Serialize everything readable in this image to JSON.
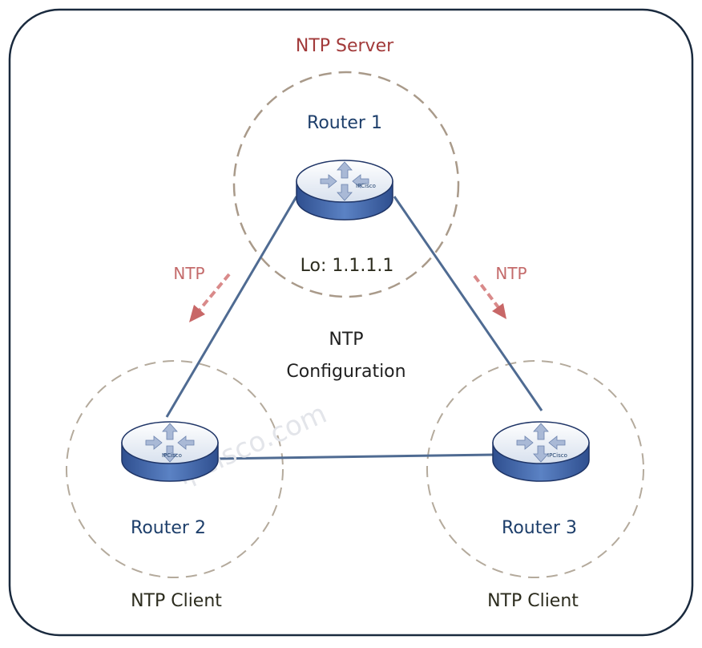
{
  "server_label": "NTP Server",
  "center_title": {
    "line1": "NTP",
    "line2": "Configuration"
  },
  "routers": [
    {
      "name": "Router 1",
      "brand": "IPCisco",
      "role": "",
      "loopback": "Lo: 1.1.1.1"
    },
    {
      "name": "Router 2",
      "brand": "IPCisco",
      "role": "NTP Client"
    },
    {
      "name": "Router 3",
      "brand": "IPCisco",
      "role": "NTP Client"
    }
  ],
  "arrows": [
    {
      "label": "NTP",
      "direction": "router-1-to-router-2"
    },
    {
      "label": "NTP",
      "direction": "router-1-to-router-3"
    }
  ],
  "watermark": "ipcisco.com",
  "colors": {
    "frame": "#1a2a3e",
    "link": "#4f6b92",
    "dashed_circle": "#a99a8a",
    "server_text": "#a23a3a",
    "ntp_arrow": "#d98a8a",
    "router_top": "#e8edf5",
    "router_side": "#3d63a8"
  }
}
